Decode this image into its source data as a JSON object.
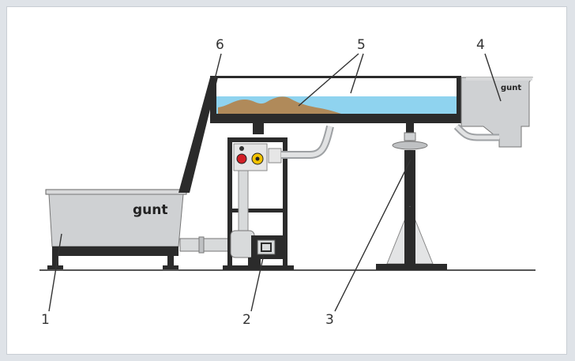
{
  "labels": {
    "l1": "1",
    "l2": "2",
    "l3": "3",
    "l4": "4",
    "l5": "5",
    "l6": "6"
  },
  "logo_text": "gunt",
  "colors": {
    "frame_background": "#ffffff",
    "outer_background": "#dfe3e8",
    "steel": "#2b2b2b",
    "tank_gray": "#cfd1d3",
    "water": "#8fd3ef",
    "sediment": "#b08a5a",
    "indicator_red": "#d21f26",
    "indicator_yellow": "#f2c200",
    "line": "#333333"
  }
}
